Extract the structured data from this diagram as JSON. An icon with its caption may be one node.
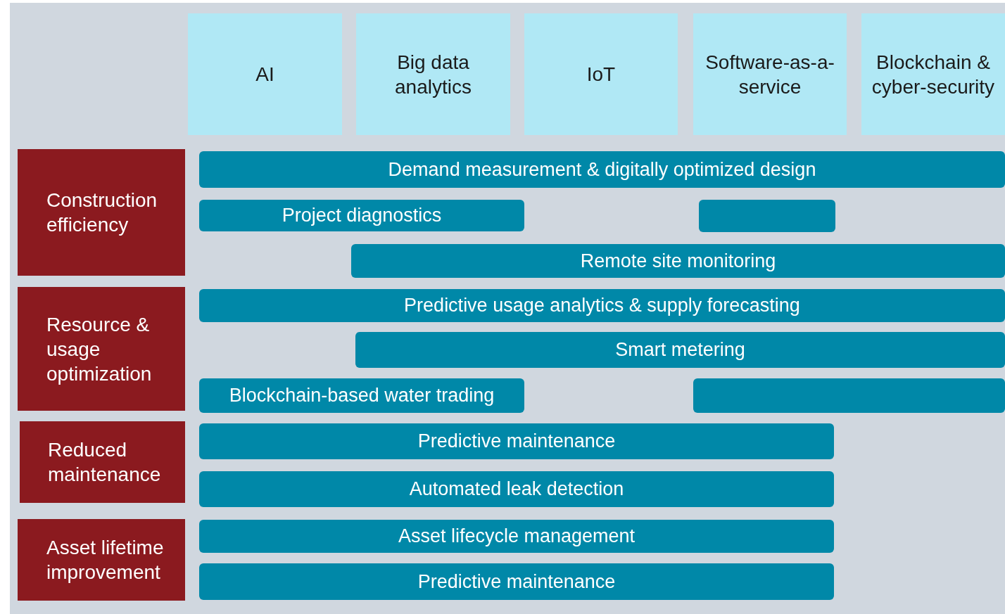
{
  "diagram": {
    "nodes": [
      {
        "text": [
          "AI"
        ]
      },
      {
        "text": [
          "Big data analytics"
        ]
      },
      {
        "text": [
          "IoT"
        ]
      },
      {
        "text": [
          "Software-as-a-service"
        ]
      },
      {
        "text": [
          "Blockchain & cyber-security"
        ]
      },
      {
        "text": [
          "Construction efficiency"
        ]
      },
      {
        "text": [
          "Demand measurement & digitally optimized design"
        ]
      },
      {
        "text": [
          "Project diagnostics"
        ]
      },
      {
        "text": [],
        "shape": "bar"
      },
      {
        "text": [
          "Remote site monitoring"
        ]
      },
      {
        "text": [
          "Resource & usage optimization"
        ]
      },
      {
        "text": [
          "Predictive usage analytics & supply forecasting"
        ]
      },
      {
        "text": [
          "Smart metering"
        ]
      },
      {
        "text": [
          "Blockchain-based water trading"
        ]
      },
      {
        "text": [],
        "shape": "bar"
      },
      {
        "text": [
          "Reduced maintenance"
        ]
      },
      {
        "text": [
          "Predictive maintenance"
        ]
      },
      {
        "text": [
          "Automated leak detection"
        ]
      },
      {
        "text": [
          "Asset lifetime improvement"
        ]
      },
      {
        "text": [
          "Asset lifecycle management"
        ]
      },
      {
        "text": [
          "Predictive maintenance"
        ]
      }
    ]
  }
}
